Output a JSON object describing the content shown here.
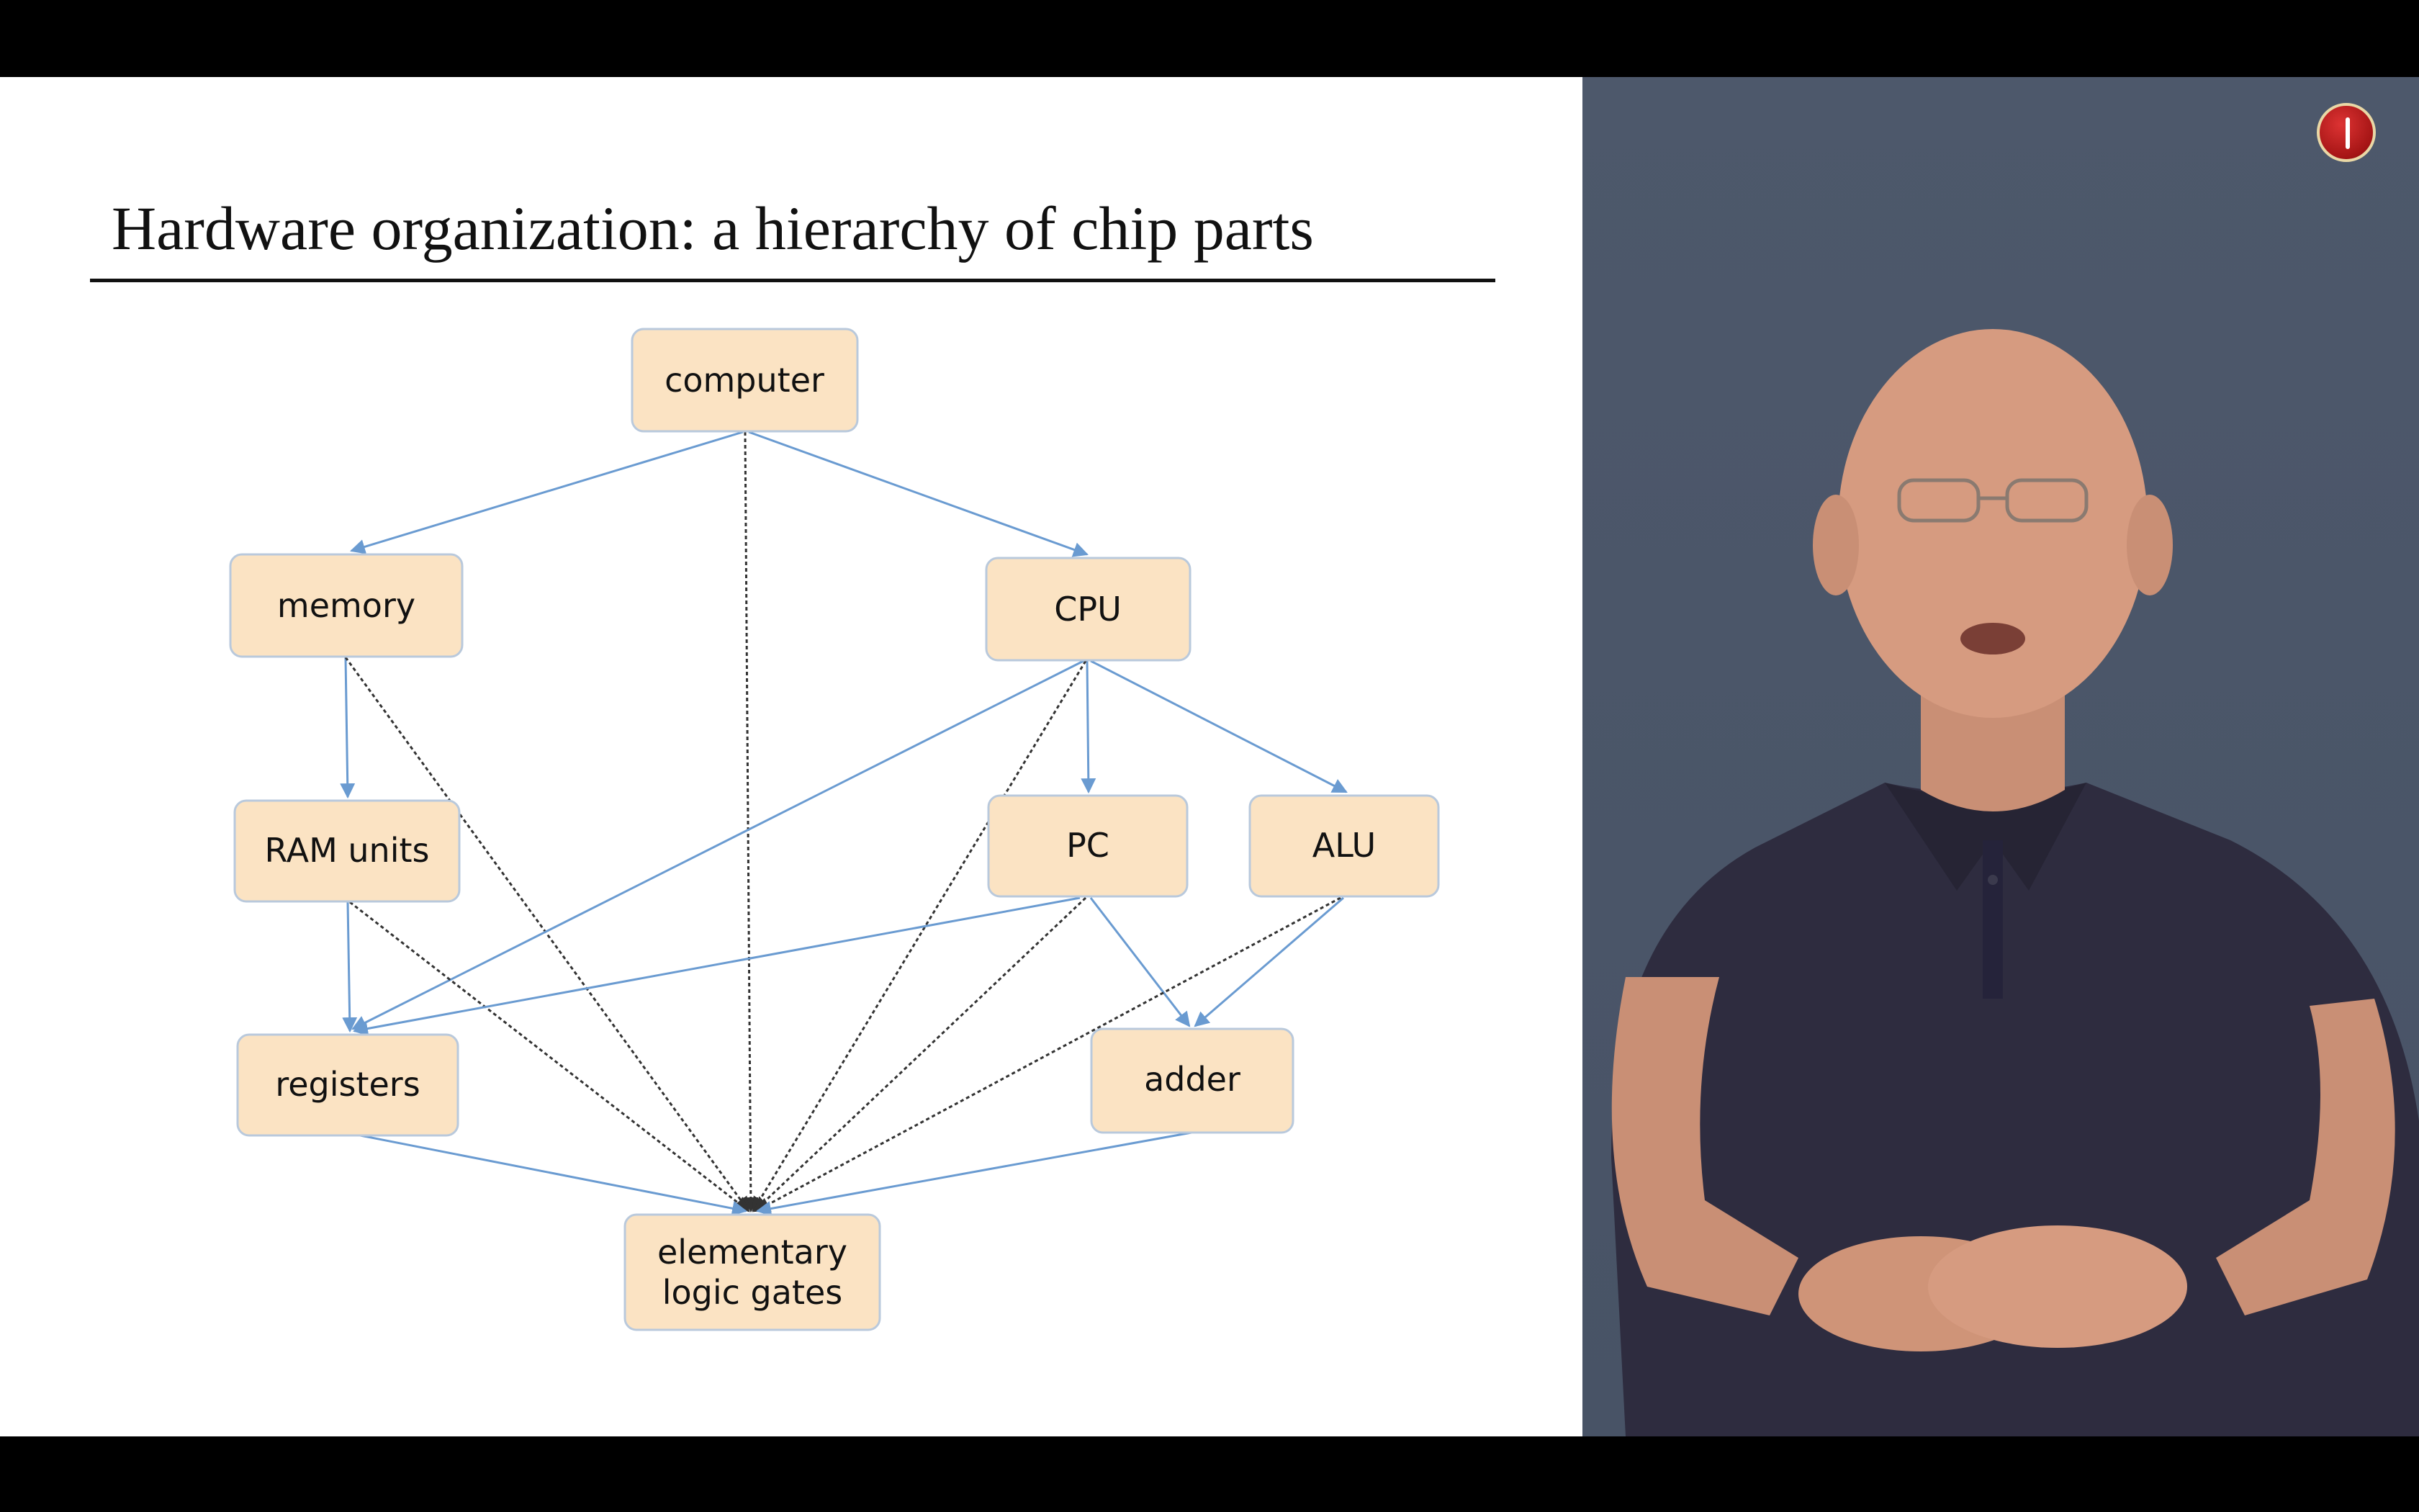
{
  "slide": {
    "title": "Hardware organization: a hierarchy of chip parts"
  },
  "diagram": {
    "nodes": [
      {
        "id": "computer",
        "label": "computer"
      },
      {
        "id": "memory",
        "label": "memory"
      },
      {
        "id": "cpu",
        "label": "CPU"
      },
      {
        "id": "ram",
        "label": "RAM units"
      },
      {
        "id": "pc",
        "label": "PC"
      },
      {
        "id": "alu",
        "label": "ALU"
      },
      {
        "id": "registers",
        "label": "registers"
      },
      {
        "id": "adder",
        "label": "adder"
      },
      {
        "id": "gates",
        "label_line1": "elementary",
        "label_line2": "logic gates"
      }
    ],
    "edges": [
      {
        "from": "computer",
        "to": "memory",
        "style": "blue"
      },
      {
        "from": "computer",
        "to": "cpu",
        "style": "blue"
      },
      {
        "from": "computer",
        "to": "gates",
        "style": "black"
      },
      {
        "from": "memory",
        "to": "ram",
        "style": "blue"
      },
      {
        "from": "memory",
        "to": "gates",
        "style": "black"
      },
      {
        "from": "cpu",
        "to": "pc",
        "style": "blue"
      },
      {
        "from": "cpu",
        "to": "alu",
        "style": "blue"
      },
      {
        "from": "cpu",
        "to": "registers",
        "style": "blue"
      },
      {
        "from": "cpu",
        "to": "gates",
        "style": "black"
      },
      {
        "from": "ram",
        "to": "registers",
        "style": "blue"
      },
      {
        "from": "ram",
        "to": "gates",
        "style": "black"
      },
      {
        "from": "pc",
        "to": "registers",
        "style": "blue"
      },
      {
        "from": "pc",
        "to": "adder",
        "style": "blue"
      },
      {
        "from": "pc",
        "to": "gates",
        "style": "black"
      },
      {
        "from": "alu",
        "to": "adder",
        "style": "blue"
      },
      {
        "from": "alu",
        "to": "gates",
        "style": "black"
      },
      {
        "from": "registers",
        "to": "gates",
        "style": "blue"
      },
      {
        "from": "adder",
        "to": "gates",
        "style": "blue"
      }
    ],
    "colors": {
      "node_fill": "#fbe3c3",
      "blue_edge": "#6a9bd1",
      "black_edge": "#333333"
    }
  },
  "presenter_panel": {
    "background": "#4a5568",
    "logo": "university-logo-icon"
  }
}
